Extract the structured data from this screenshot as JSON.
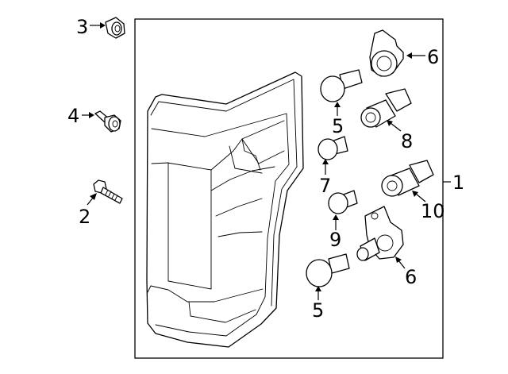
{
  "callouts": {
    "c1": "1",
    "c2": "2",
    "c3": "3",
    "c4": "4",
    "c5a": "5",
    "c5b": "5",
    "c6a": "6",
    "c6b": "6",
    "c7": "7",
    "c8": "8",
    "c9": "9",
    "c10": "10"
  }
}
